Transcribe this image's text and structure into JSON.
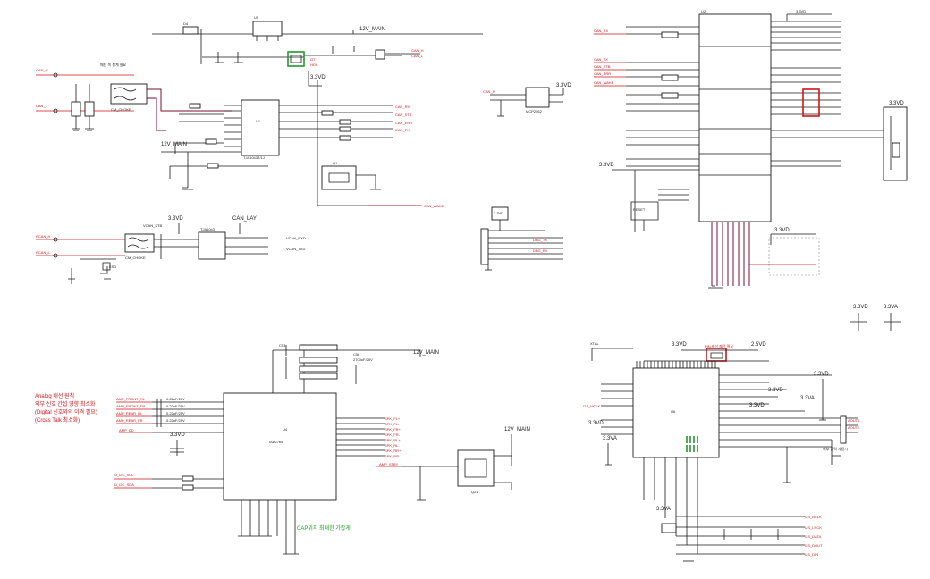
{
  "colors": {
    "ink": "#1a1a1a",
    "net_red": "#d0141a",
    "note_green": "#1f9a2a",
    "bus_maroon": "#7a1030"
  },
  "q1": {
    "rail_12v": "12V_MAIN",
    "rail_3v3": "3.3VD",
    "rail_12v_left": "12V_MAIN",
    "label_can_lay": "CAN_LAY",
    "label_3v3_can": "3.3VD",
    "u_label": "U1",
    "q_label": "Q1",
    "l_label": "L1",
    "nets_right": [
      "CAN_RX",
      "CAN_STB",
      "CAN_ERR",
      "CAN_TX"
    ],
    "net_can_wake": "CAN_WAKE"
  },
  "q2": {
    "rail_3v3_left": "3.3VD",
    "rail_3v3_bottom": "3.3VD",
    "rail_3v3_right": "3.3VD",
    "u_label": "U2",
    "small_3v3": "3.3VD",
    "small_cap_box": "3.3VD"
  },
  "q3": {
    "note_lines": [
      "Analog 배선 원칙",
      "외부 신호 간섭 영향 최소화",
      "(Digital 신호와의 이격 필요)",
      "(Cross Talk 최소화)"
    ],
    "note_bottom": "CAP위치 최대한 가깝게",
    "rail_12v_top": "12V_MAIN",
    "rail_12v_right": "12V_MAIN",
    "rail_3v3": "3.3VD",
    "u_label": "U4",
    "amp_nets": [
      "AMP_FRONT_RL",
      "AMP_FRONT_FR",
      "AMP_REAR_RL",
      "AMP_REAR_FR"
    ],
    "amp_cd": "AMP_CD",
    "amp_stby": "AMP_STBY",
    "i2c_scl": "U_I2C_SCL",
    "i2c_sda": "U_I2C_SDA",
    "q_label": "Q21"
  },
  "q4": {
    "rail_a": "3.3VD",
    "rail_b": "2.5VD",
    "rail_c": "3.3VD",
    "rail_d": "3.3VD",
    "rail_e": "3.3VD",
    "rail_f": "3.3VA",
    "rail_g": "3.3VD",
    "rail_h": "3.3VA",
    "rail_i": "3.3VD",
    "rail_j": "3.3VA",
    "rail_k": "3.3VA",
    "note_pin": "PIN 배선 패턴 필요",
    "u_label": "U6"
  }
}
